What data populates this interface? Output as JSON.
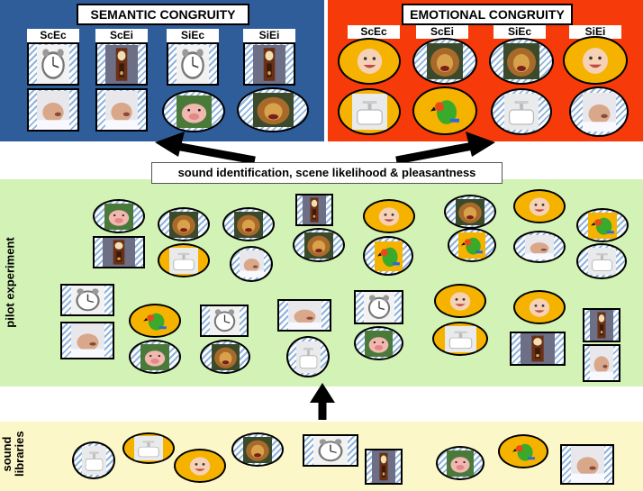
{
  "panels": {
    "semantic": {
      "title": "SEMANTIC CONGRUITY",
      "conditions": [
        "ScEc",
        "ScEi",
        "SiEc",
        "SiEi"
      ]
    },
    "emotional": {
      "title": "EMOTIONAL CONGRUITY",
      "conditions": [
        "ScEc",
        "ScEi",
        "SiEc",
        "SiEi"
      ]
    },
    "pilot": {
      "label": "pilot experiment"
    },
    "libraries": {
      "label": "sound\nlibraries"
    }
  },
  "ratings_bar": "sound identification, scene likelihood & pleasantness",
  "colors": {
    "semantic_bg": "#2e5d9a",
    "emotional_bg": "#f63a0a",
    "pilot_bg": "#d3f2b5",
    "libraries_bg": "#fbf7c8",
    "sound_ring_fill": "#f5b300",
    "stripe": "#8fb3dc"
  },
  "icons": [
    "alarm-clock",
    "grandfather-clock",
    "sleeping-man",
    "pig",
    "lion",
    "baby",
    "parrot",
    "bathroom-sink"
  ]
}
